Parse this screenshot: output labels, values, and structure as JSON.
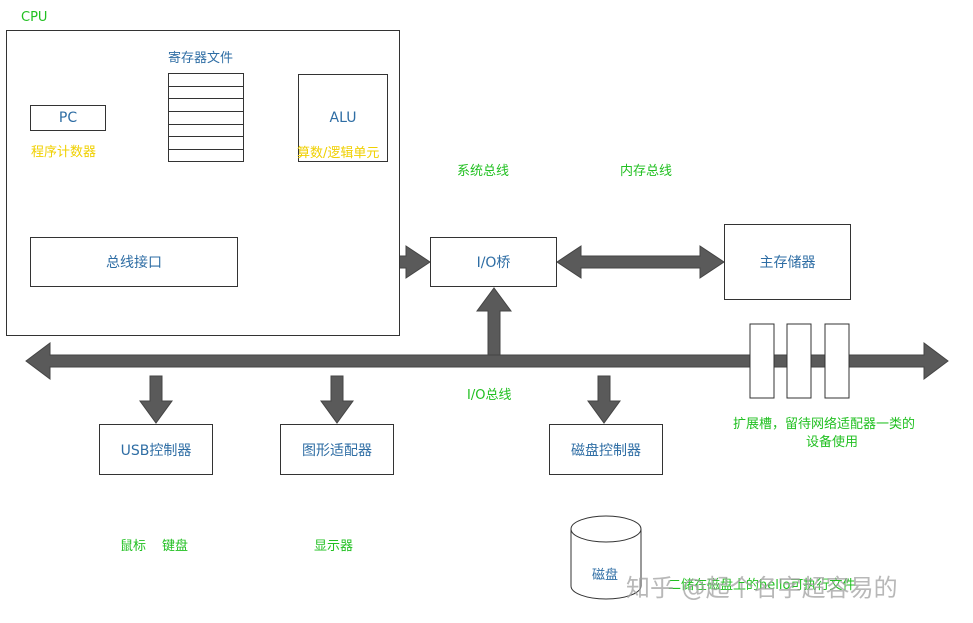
{
  "cpu": {
    "label": "CPU",
    "register_file_label": "寄存器文件",
    "pc_label": "PC",
    "pc_caption": "程序计数器",
    "alu_label": "ALU",
    "alu_caption": "算数/逻辑单元",
    "bus_interface_label": "总线接口"
  },
  "buses": {
    "system_bus_label": "系统总线",
    "memory_bus_label": "内存总线",
    "io_bus_label": "I/O总线"
  },
  "io_bridge_label": "I/O桥",
  "main_memory_label": "主存储器",
  "expansion": {
    "caption_line1": "扩展槽，留待网络适配器一类的",
    "caption_line2": "设备使用"
  },
  "devices": {
    "usb_controller_label": "USB控制器",
    "graphics_adapter_label": "图形适配器",
    "disk_controller_label": "磁盘控制器",
    "mouse_label": "鼠标",
    "keyboard_label": "键盘",
    "display_label": "显示器",
    "disk_label": "磁盘",
    "disk_caption": "二储在磁盘上的hello可执行文件"
  },
  "watermark": "知乎 @起个名字超容易的",
  "colors": {
    "green_text": "#22c022",
    "yellow_text": "#f0d000",
    "blue_text": "#2e6da4",
    "arrow_fill": "#5a5a5a"
  }
}
